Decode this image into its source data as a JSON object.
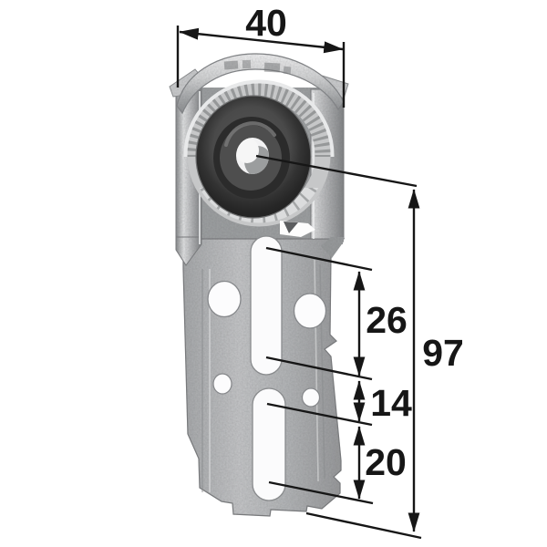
{
  "figure": {
    "description": "Steel bracket with rubber bearing grommet, annotated with dimensions"
  },
  "dimensions": {
    "width_top": {
      "label": "40"
    },
    "height_right": {
      "label": "97"
    },
    "upper_slot_centers": {
      "label": "26"
    },
    "slot_center_gap": {
      "label": "14"
    },
    "lower_slot_centers": {
      "label": "20"
    }
  },
  "colors": {
    "background": "#ffffff",
    "dimension_ink": "#161616",
    "metal_light": "#e6e7e8",
    "metal_mid": "#b4b6b8",
    "metal_dark": "#8c8e90",
    "rubber_dark": "#2b2b2b",
    "rubber_mid": "#4e4e4e",
    "hole_white": "#fbfbfc"
  }
}
